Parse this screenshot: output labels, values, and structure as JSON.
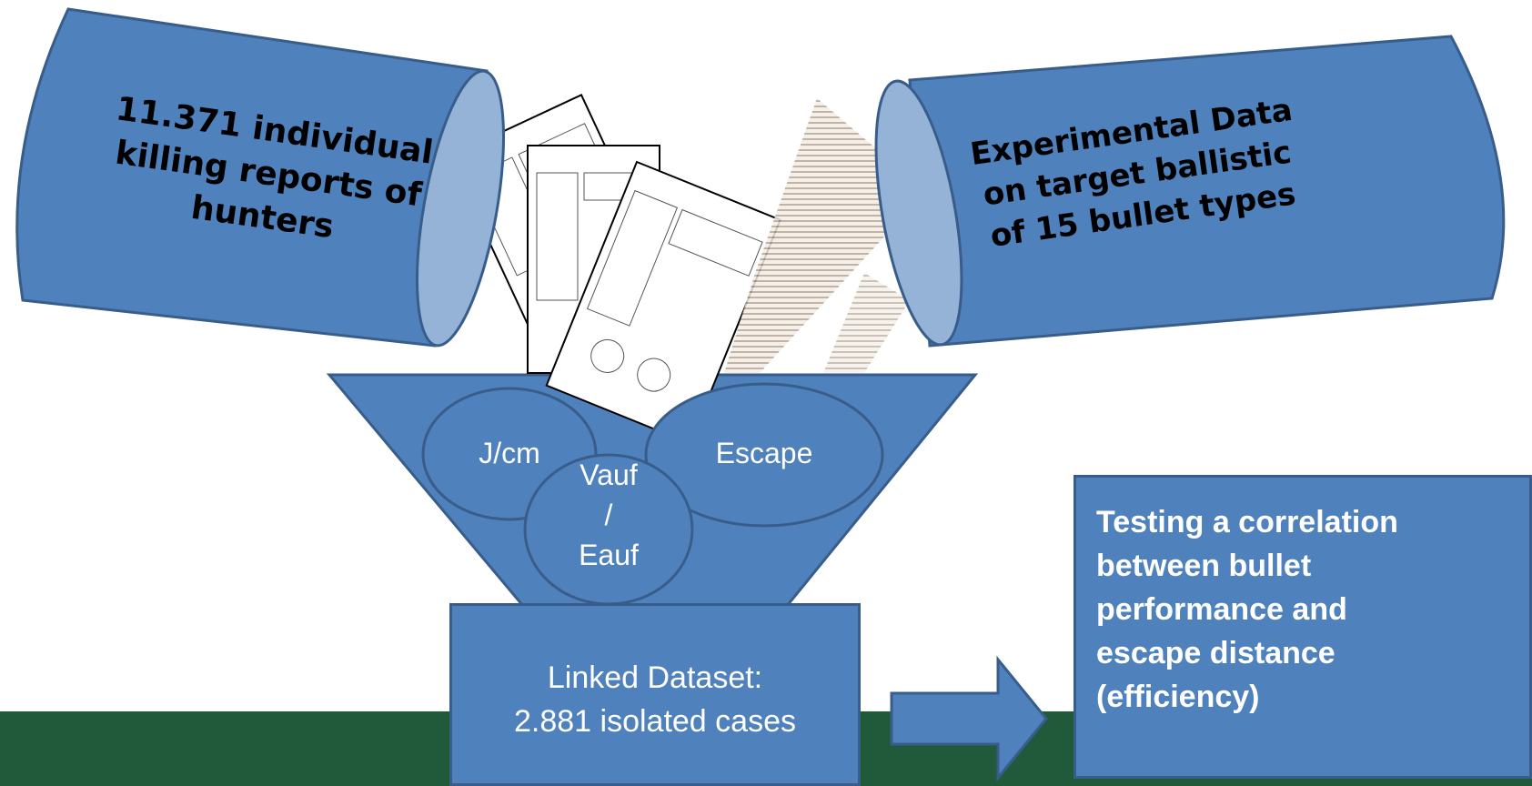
{
  "left_source": {
    "lines": [
      "11.371 individual",
      "killing reports of",
      "hunters"
    ]
  },
  "right_source": {
    "lines": [
      "Experimental Data",
      "on target ballistic",
      "of 15 bullet types"
    ]
  },
  "funnel": {
    "jcm": "J/cm",
    "escape": "Escape",
    "vauf_lines": [
      "Vauf",
      "/",
      "Eauf"
    ]
  },
  "dataset": {
    "lines": [
      "Linked Dataset:",
      "2.881 isolated cases"
    ]
  },
  "result": {
    "lines": [
      "Testing a correlation",
      "between bullet",
      "performance and",
      "escape distance",
      "(efficiency)"
    ]
  },
  "colors": {
    "shape_fill": "#4f81bd",
    "shape_stroke": "#385d8a",
    "band": "#215a3b"
  }
}
